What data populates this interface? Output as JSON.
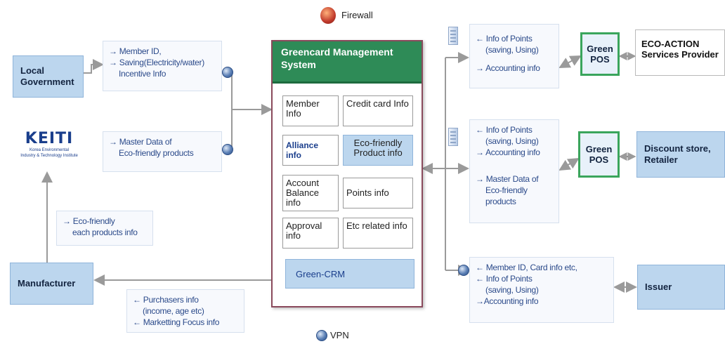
{
  "firewall": {
    "label": "Firewall",
    "icon": "firewall-icon"
  },
  "vpn": {
    "label": "VPN",
    "icon": "vpn-globe-icon"
  },
  "left": {
    "local_government": "Local Government",
    "keiti": {
      "title": "KEITI",
      "subtitle_1": "Korea Environmental",
      "subtitle_2": "Industry & Technology Institute"
    },
    "manufacturer": "Manufacturer"
  },
  "notes": {
    "gov": [
      "→ Member ID,",
      "→ Saving(Electricity/water)",
      "Incentive Info"
    ],
    "keiti": [
      "→ Master Data of",
      "Eco-friendly products"
    ],
    "manu": [
      "→ Eco-friendly",
      "each products info"
    ],
    "purchasers": [
      "← Purchasers info",
      "(income, age etc)",
      "← Marketting Focus info"
    ]
  },
  "system": {
    "title": "Greencard Management System",
    "cells": {
      "member": "Member Info",
      "credit": "Credit card Info",
      "alliance": "Alliance info",
      "eco_product": "Eco-friendly Product info",
      "account": "Account Balance info",
      "points": "Points info",
      "approval": "Approval info",
      "etc": "Etc related info"
    },
    "crm": "Green-CRM"
  },
  "right": {
    "note1": [
      "← Info of Points",
      "(saving, Using)",
      "→ Accounting info"
    ],
    "note2": [
      "← Info of Points",
      "(saving, Using)",
      "→ Accounting info",
      "→ Master Data of",
      "Eco-friendly",
      "products"
    ],
    "note3": [
      "← Member ID, Card info etc,",
      "← Info of Points",
      "(saving, Using)",
      "→Accounting info"
    ],
    "green_pos_1": "Green POS",
    "green_pos_2": "Green POS",
    "eco_action": "ECO-ACTION Services Provider",
    "discount": "Discount store, Retailer",
    "issuer": "Issuer"
  },
  "colors": {
    "system_header": "#2e8b57",
    "system_border": "#8a4a5c",
    "box_fill": "#bcd6ee",
    "pos_border": "#3aa55c",
    "arrow": "#9a9a9a"
  }
}
